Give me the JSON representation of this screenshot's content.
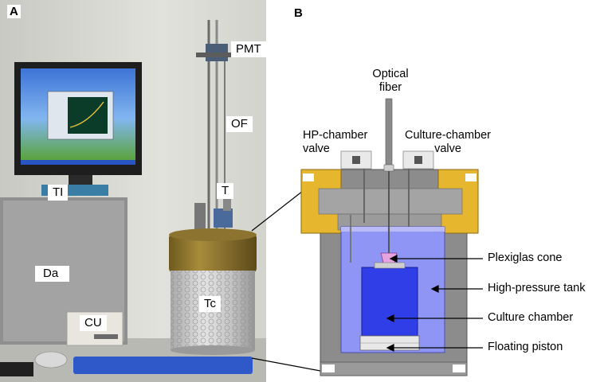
{
  "panel_a": {
    "letter": "A",
    "labels": {
      "pmt": "PMT",
      "of": "OF",
      "t": "T",
      "ti": "TI",
      "da": "Da",
      "tc": "Tc",
      "cu": "CU"
    }
  },
  "panel_b": {
    "letter": "B",
    "labels": {
      "optical_fiber_1": "Optical",
      "optical_fiber_2": "fiber",
      "hp_valve_1": "HP-chamber",
      "hp_valve_2": "valve",
      "culture_valve_1": "Culture-chamber",
      "culture_valve_2": "valve"
    },
    "callouts": {
      "plexiglas_cone": "Plexiglas cone",
      "high_pressure_tank": "High-pressure tank",
      "culture_chamber": "Culture chamber",
      "floating_piston": "Floating piston"
    }
  },
  "colors": {
    "tank_blue": "#8f95f5",
    "chamber_blue": "#2f3ee6",
    "brass": "#e6b62e",
    "steel": "#8c8c8c"
  }
}
